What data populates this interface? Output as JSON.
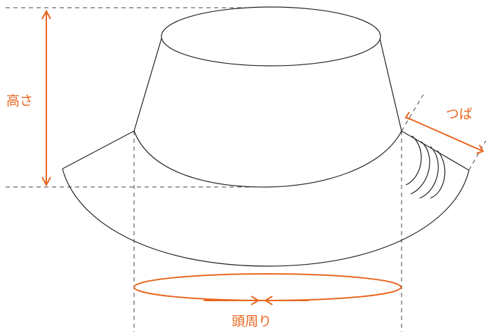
{
  "labels": {
    "height": "高さ",
    "brim": "つば",
    "head_circumference": "頭周り"
  },
  "colors": {
    "accent": "#e8661e",
    "line": "#222222",
    "guide": "#444444",
    "background": "#ffffff"
  }
}
